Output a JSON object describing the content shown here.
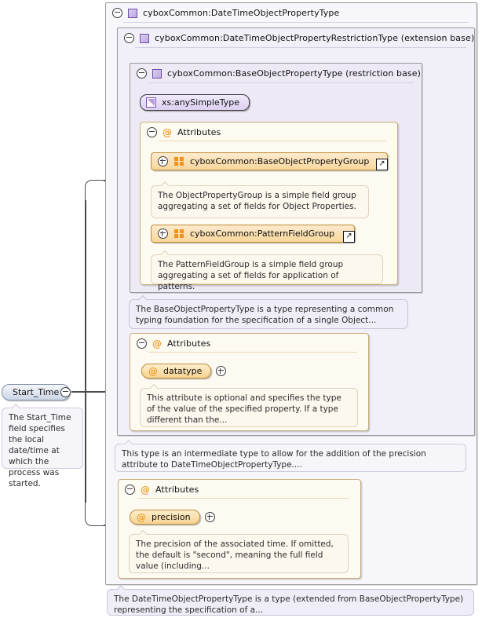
{
  "element": {
    "name": "Start_Time",
    "toggle_icon": "minus-circle-icon",
    "doc": "The Start_Time field specifies the local date/time at which the process was started."
  },
  "outer_type": {
    "label": "cyboxCommon:DateTimeObjectPropertyType",
    "glyph": "complex-type-icon",
    "toggle_icon": "minus-circle-icon",
    "doc": "The DateTimeObjectPropertyType is a type (extended from BaseObjectPropertyType) representing the specification of a..."
  },
  "restriction_type": {
    "label": "cyboxCommon:DateTimeObjectPropertyRestrictionType (extension base)",
    "glyph": "complex-type-icon",
    "toggle_icon": "minus-circle-icon",
    "doc": "This type is an intermediate type to allow for the addition of the precision attribute to DateTimeObjectPropertyType...."
  },
  "base_type": {
    "label": "cyboxCommon:BaseObjectPropertyType (restriction base)",
    "glyph": "complex-type-icon",
    "toggle_icon": "minus-circle-icon",
    "simple_type": {
      "label": "xs:anySimpleType",
      "glyph": "simple-type-icon"
    },
    "doc": "The BaseObjectPropertyType is a type representing a common typing foundation for the specification of a single Object..."
  },
  "attributes_groups": {
    "header": "Attributes",
    "at_icon": "at-sign-icon",
    "toggle_icon": "minus-circle-icon",
    "rows": [
      {
        "label": "cyboxCommon:BaseObjectPropertyGroup",
        "glyph": "attribute-group-icon",
        "toggle_icon": "plus-circle-icon",
        "external_icon": "external-link-icon",
        "doc": "The ObjectPropertyGroup is a simple field group aggregating a set of fields for Object Properties."
      },
      {
        "label": "cyboxCommon:PatternFieldGroup",
        "glyph": "attribute-group-icon",
        "toggle_icon": "plus-circle-icon",
        "external_icon": "external-link-icon",
        "doc": "The PatternFieldGroup is a simple field group aggregating a set of fields for application of patterns."
      }
    ]
  },
  "attributes_datatype": {
    "header": "Attributes",
    "at_icon": "at-sign-icon",
    "toggle_icon": "minus-circle-icon",
    "attribute": {
      "name": "datatype",
      "at_icon": "at-sign-icon",
      "toggle_icon": "plus-circle-icon",
      "doc": "This attribute is optional and specifies the type of the value of the specified property. If a type different than the..."
    }
  },
  "attributes_precision": {
    "header": "Attributes",
    "at_icon": "at-sign-icon",
    "toggle_icon": "minus-circle-icon",
    "attribute": {
      "name": "precision",
      "at_icon": "at-sign-icon",
      "toggle_icon": "plus-circle-icon",
      "doc": "The precision of the associated time. If omitted, the default is \"second\", meaning the full field value (including..."
    }
  }
}
